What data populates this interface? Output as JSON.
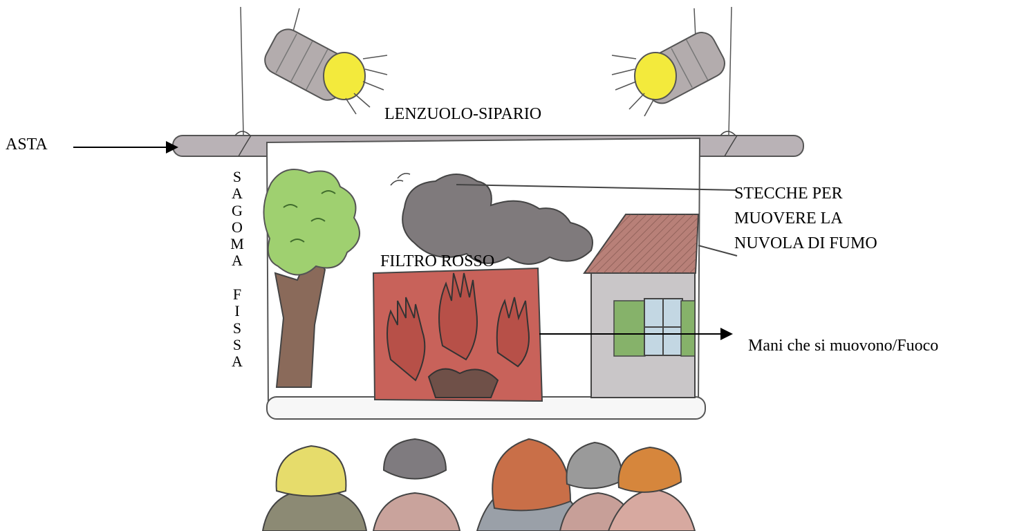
{
  "labels": {
    "sheet_curtain": "LENZUOLO-SIPARIO",
    "pole": "ASTA",
    "sticks": [
      "STECCHE PER",
      "MUOVERE LA",
      "NUVOLA DI FUMO"
    ],
    "red_filter": "FILTRO ROSSO",
    "hands_fire": "Mani che si muovono/Fuoco"
  },
  "vertical_label": [
    "S",
    "A",
    "G",
    "O",
    "M",
    "A",
    "",
    "F",
    "I",
    "S",
    "S",
    "A"
  ],
  "colors": {
    "pole": "#b9b2b6",
    "lamp_body": "#b3acad",
    "lamp_light": "#f3ea3c",
    "tree_leaves": "#9fd070",
    "tree_trunk": "#8a6a5a",
    "cloud": "#7f7a7c",
    "fire_panel": "#c8625a",
    "roof": "#b88078",
    "house_wall": "#c9c6c8",
    "shutters": "#86b26a",
    "window_glass": "#c3d7e3"
  },
  "icons": [
    "lamp-left-icon",
    "lamp-right-icon",
    "tree-icon",
    "cloud-icon",
    "house-icon",
    "hands-icon",
    "audience-icon"
  ]
}
